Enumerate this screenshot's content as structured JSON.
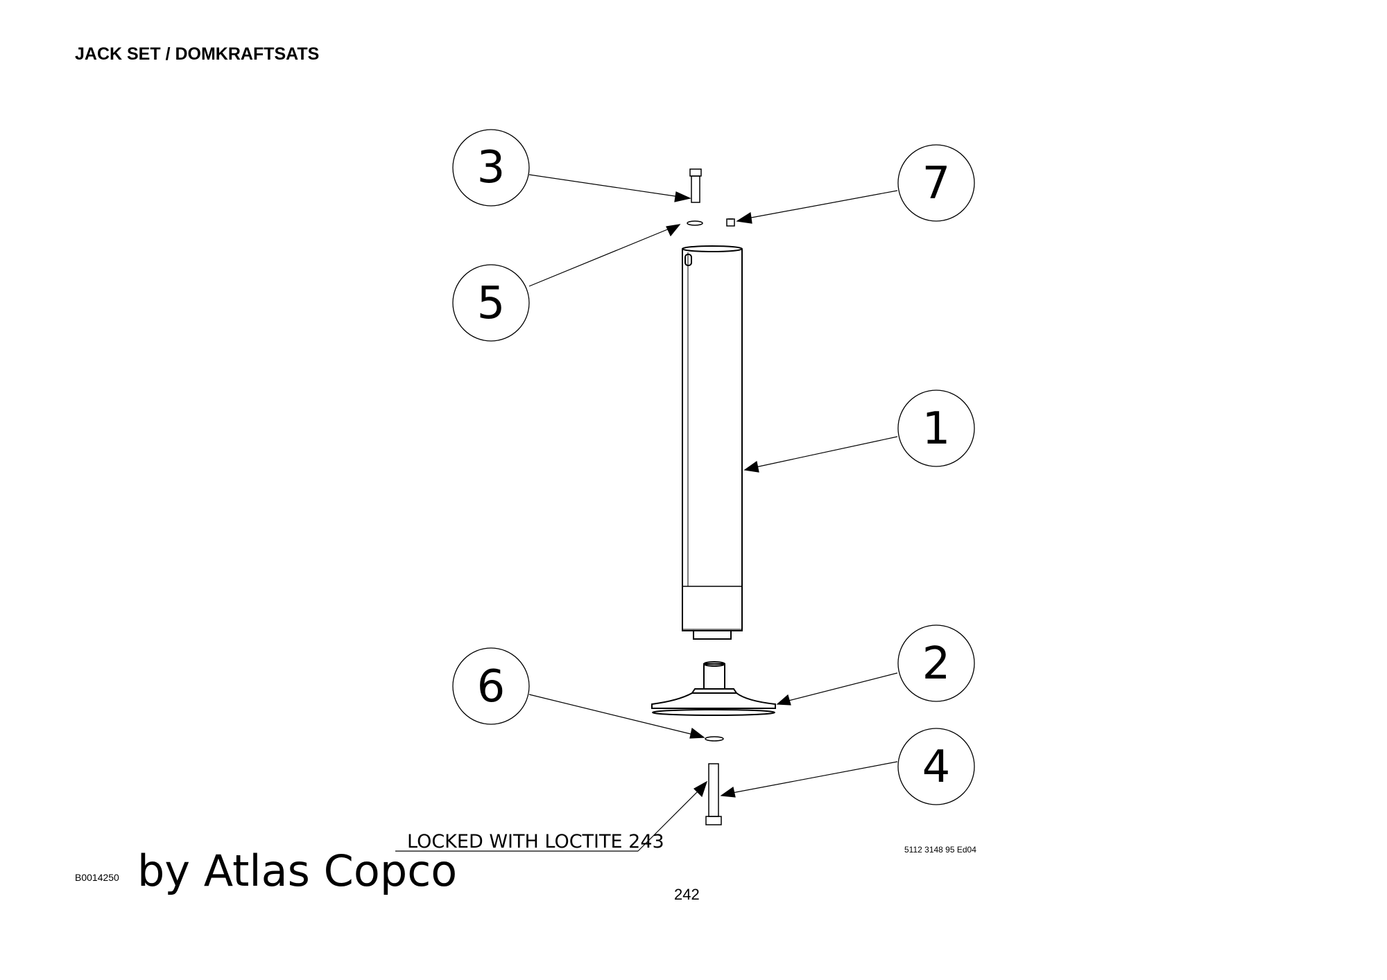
{
  "header": {
    "title": "JACK SET / DOMKRAFTSATS"
  },
  "callouts": [
    {
      "item": "3",
      "part": "bolt-top"
    },
    {
      "item": "7",
      "part": "grease-nipple"
    },
    {
      "item": "5",
      "part": "washer-top"
    },
    {
      "item": "1",
      "part": "jack-tube"
    },
    {
      "item": "2",
      "part": "foot-plate"
    },
    {
      "item": "6",
      "part": "washer-bottom"
    },
    {
      "item": "4",
      "part": "bolt-bottom"
    }
  ],
  "notes": {
    "loctite": "LOCKED WITH LOCTITE 243"
  },
  "drawing_ref": "5112 3148 95 Ed04",
  "footer": {
    "doc_code": "B0014250",
    "brand": "by Atlas Copco",
    "page_number": "242"
  },
  "colors": {
    "line": "#000000",
    "background": "#ffffff"
  }
}
